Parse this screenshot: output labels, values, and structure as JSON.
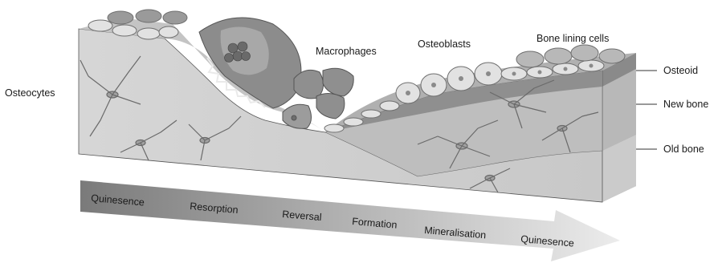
{
  "labels": {
    "osteocytes": "Osteocytes",
    "macrophages": "Macrophages",
    "osteoblasts": "Osteoblasts",
    "bone_lining_cells": "Bone lining cells",
    "osteoid": "Osteoid",
    "new_bone": "New bone",
    "old_bone": "Old bone"
  },
  "phases": [
    {
      "label": "Quinesence"
    },
    {
      "label": "Resorption"
    },
    {
      "label": "Reversal"
    },
    {
      "label": "Formation"
    },
    {
      "label": "Mineralisation"
    },
    {
      "label": "Quinesence"
    }
  ],
  "colors": {
    "old_bone": "#d2d2d2",
    "new_bone": "#bdbdbd",
    "osteoid": "#9a9a9a",
    "cell_fill": "#e0e0e0",
    "cell_stroke": "#6e6e6e",
    "osteoclast": "#8c8c8c",
    "arrow_dark": "#7d7d7d",
    "arrow_light": "#e4e4e4",
    "line": "#444444"
  }
}
